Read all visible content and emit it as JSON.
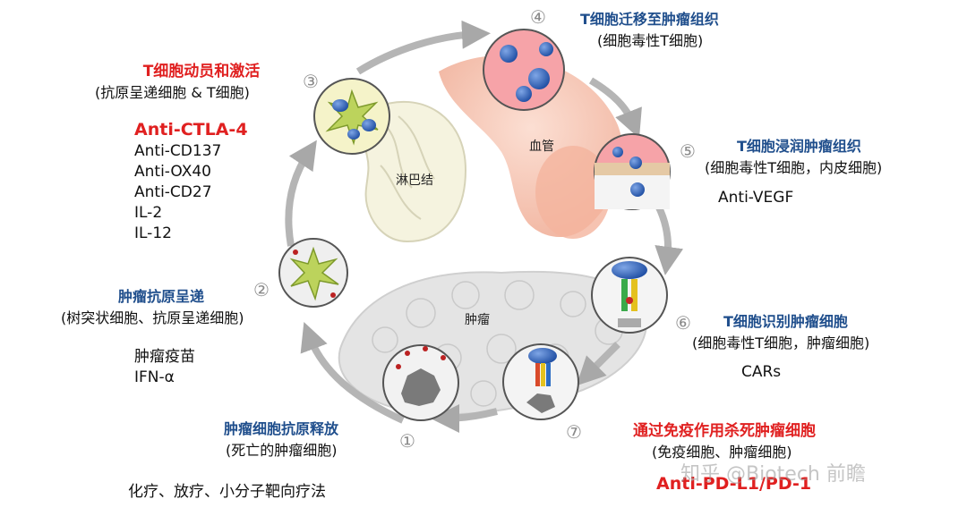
{
  "steps": [
    {
      "num": "①",
      "title": "肿瘤细胞抗原释放",
      "sub": "(死亡的肿瘤细胞)",
      "drugs": [
        "化疗、放疗、小分子靶向疗法"
      ]
    },
    {
      "num": "②",
      "title": "肿瘤抗原呈递",
      "sub": "(树突状细胞、抗原呈递细胞)",
      "drugs": [
        "肿瘤疫苗",
        "IFN-α"
      ]
    },
    {
      "num": "③",
      "title": "T细胞动员和激活",
      "sub": "(抗原呈递细胞 & T细胞)",
      "drug_red": "Anti-CTLA-4",
      "drugs": [
        "Anti-CD137",
        "Anti-OX40",
        "Anti-CD27",
        "IL-2",
        "IL-12"
      ]
    },
    {
      "num": "④",
      "title": "T细胞迁移至肿瘤组织",
      "sub": "(细胞毒性T细胞)"
    },
    {
      "num": "⑤",
      "title": "T细胞浸润肿瘤组织",
      "sub": "(细胞毒性T细胞，内皮细胞)",
      "drugs": [
        "Anti-VEGF"
      ]
    },
    {
      "num": "⑥",
      "title": "T细胞识别肿瘤细胞",
      "sub": "(细胞毒性T细胞，肿瘤细胞)",
      "drugs": [
        "CARs"
      ]
    },
    {
      "num": "⑦",
      "title": "通过免疫作用杀死肿瘤细胞",
      "sub": "(免疫细胞、肿瘤细胞)",
      "drug_red": "Anti-PD-L1/PD-1"
    }
  ],
  "labels": {
    "lymph": "淋巴结",
    "vessel": "血管",
    "tumor": "肿瘤"
  },
  "watermark": "知乎 @Biotech 前瞻",
  "colors": {
    "red": "#e02020",
    "blue": "#1f4e8c",
    "cycle": "#b5b5b5",
    "cell_blue": "#2a5db0",
    "vessel": "#f2b9a5"
  }
}
